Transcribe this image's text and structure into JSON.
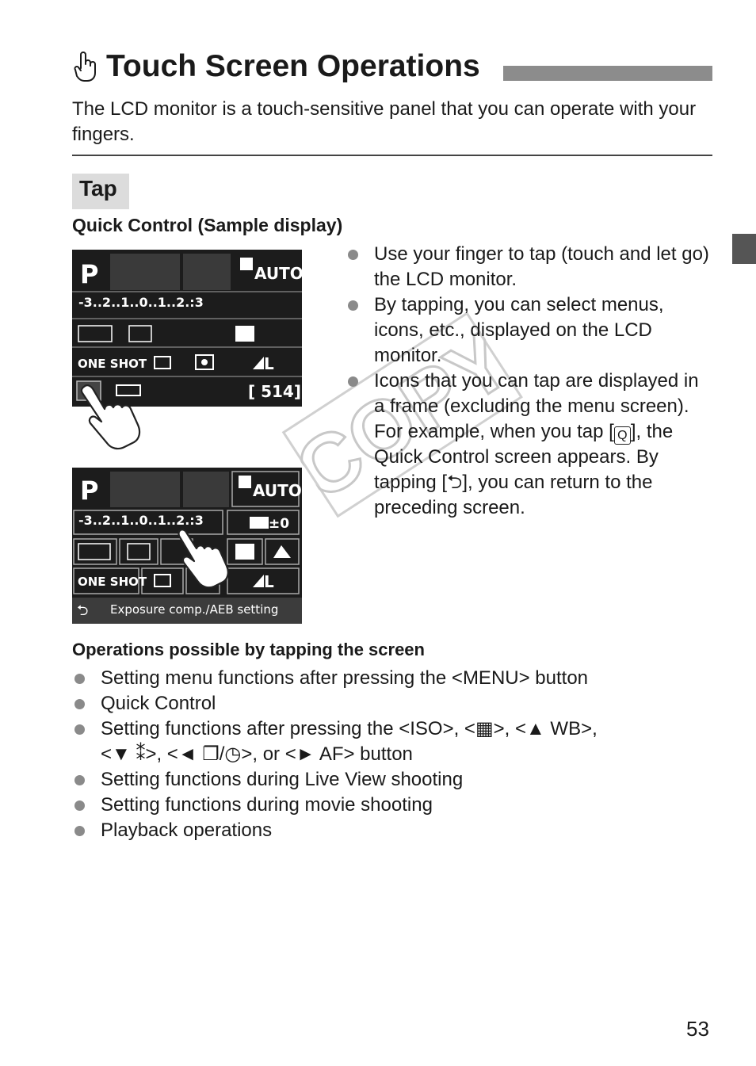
{
  "header": {
    "title": "Touch Screen Operations",
    "intro": "The LCD monitor is a touch-sensitive panel that you can operate with your fingers."
  },
  "tab": {
    "label": "Tap"
  },
  "quick_control": {
    "heading": "Quick Control (Sample display)"
  },
  "screen1": {
    "mode": "P",
    "iso": "AUTO",
    "exposure_scale": "-3..2..1..0..1..2.:3",
    "af_mode": "ONE SHOT",
    "quality": "L",
    "shots": "[ 514]"
  },
  "screen2": {
    "mode": "P",
    "iso": "AUTO",
    "exposure_scale": "-3..2..1..0..1..2.:3",
    "flash_comp": "±0",
    "af_mode": "ONE SHOT",
    "quality": "L",
    "guide": "Exposure comp./AEB setting"
  },
  "bullets_right": [
    "Use your finger to tap (touch and let go) the LCD monitor.",
    "By tapping, you can select menus, icons, etc., displayed on the LCD monitor.",
    "Icons that you can tap are displayed in a frame (excluding the menu screen)."
  ],
  "example": {
    "p1": "For example, when you tap [",
    "q_icon": "Q",
    "p2": "], the Quick Control screen appears. By tapping [",
    "return_icon": "⮌",
    "p3": "], you can return to the preceding screen."
  },
  "operations": {
    "heading": "Operations possible by tapping the screen",
    "item1": "Setting menu functions after pressing the <MENU> button",
    "item2": "Quick Control",
    "item3_line1": "Setting functions after pressing the <ISO>, <▦>, <▲ WB>,",
    "item3_line2": "<▼ ⁑>, <◄ ❐/◷>, or <► AF> button",
    "item4": "Setting functions during Live View shooting",
    "item5": "Setting functions during movie shooting",
    "item6": "Playback operations"
  },
  "watermark": "COPY",
  "page_number": "53",
  "colors": {
    "title_bar": "#8c8c8c",
    "tab_bg": "#dcdcdc",
    "bullet": "#8a8a8a",
    "lcd_bg": "#1c1c1c"
  }
}
